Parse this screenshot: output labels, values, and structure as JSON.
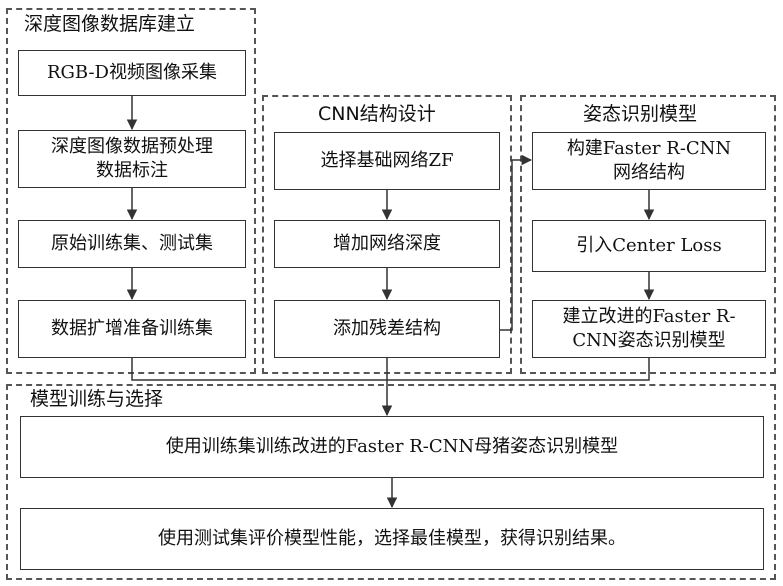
{
  "groups": {
    "depth_db": {
      "title": "深度图像数据库建立",
      "steps": [
        "RGB-D视频图像采集",
        "深度图像数据预处理\n数据标注",
        "原始训练集、测试集",
        "数据扩增准备训练集"
      ]
    },
    "cnn": {
      "title": "CNN结构设计",
      "steps": [
        "选择基础网络ZF",
        "增加网络深度",
        "添加残差结构"
      ]
    },
    "posture": {
      "title": "姿态识别模型",
      "steps": [
        "构建Faster R-CNN\n网络结构",
        "引入Center Loss",
        "建立改进的Faster R-\nCNN姿态识别模型"
      ]
    },
    "training": {
      "title": "模型训练与选择",
      "steps": [
        "使用训练集训练改进的Faster R-CNN母猪姿态识别模型",
        "使用测试集评价模型性能，选择最佳模型，获得识别结果。"
      ]
    }
  }
}
